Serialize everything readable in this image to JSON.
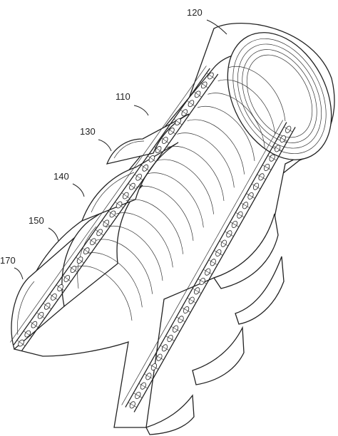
{
  "figure": {
    "labels": [
      {
        "key": "l120",
        "text": "120"
      },
      {
        "key": "l110",
        "text": "110"
      },
      {
        "key": "l130",
        "text": "130"
      },
      {
        "key": "l140",
        "text": "140"
      },
      {
        "key": "l150",
        "text": "150"
      },
      {
        "key": "l170",
        "text": "170"
      }
    ],
    "colors": {
      "line": "#222222",
      "background": "#ffffff"
    }
  }
}
